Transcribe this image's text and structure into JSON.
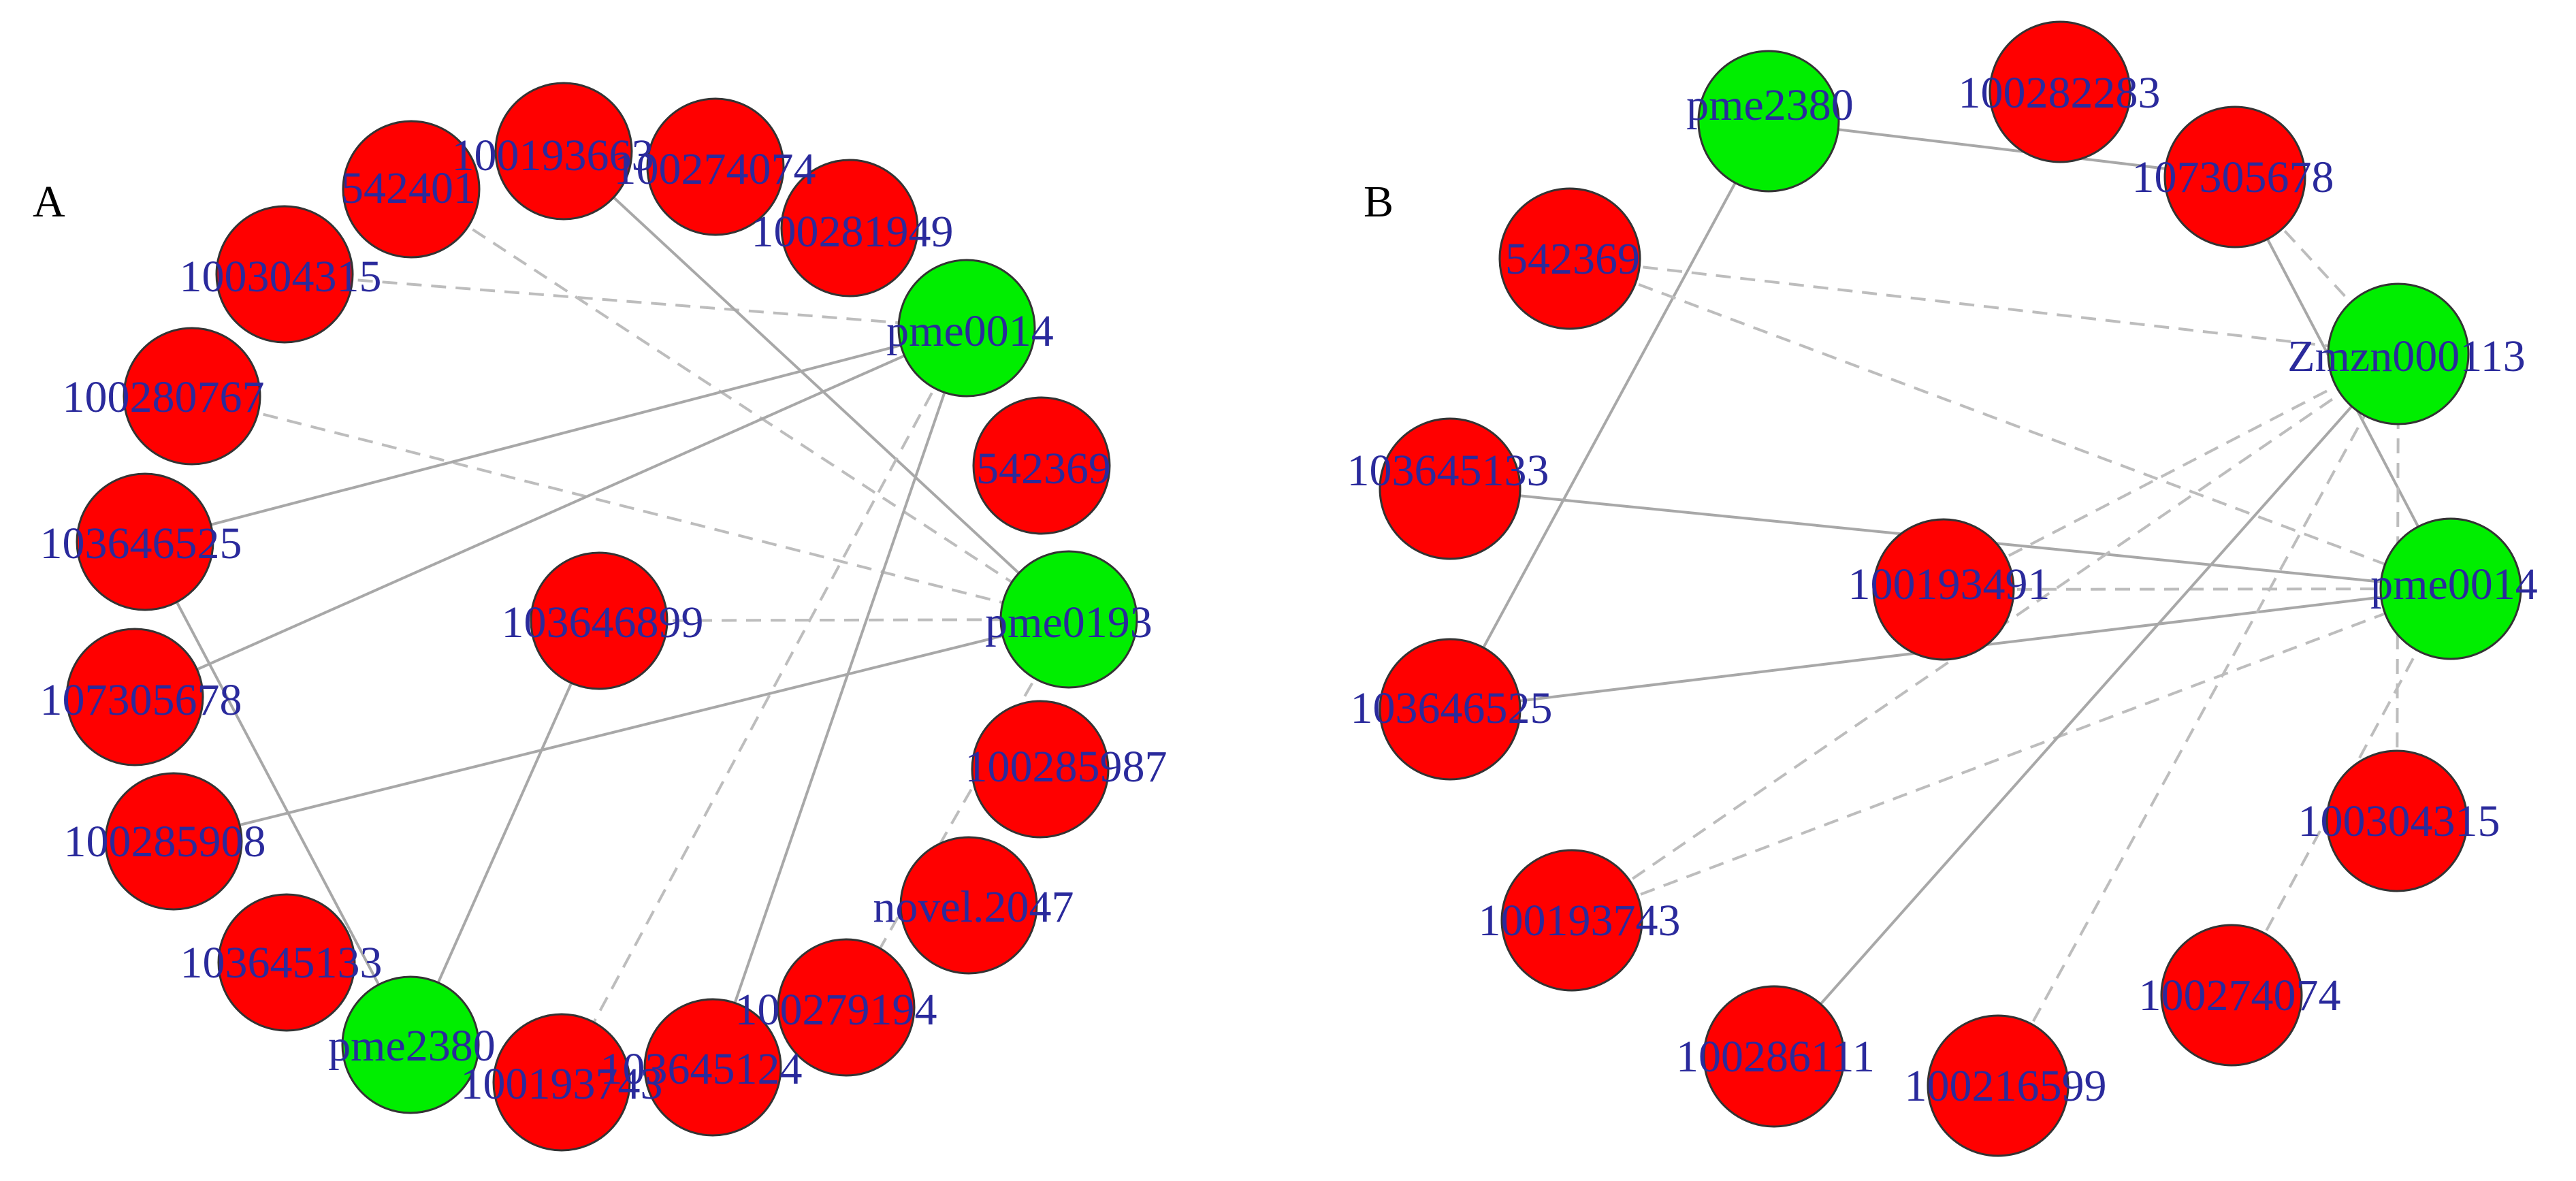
{
  "colors": {
    "gene_node": "#ff0000",
    "mirna_node": "#00ee00",
    "label_text": "#2a2a9c",
    "edge_color": "#b0b0b0",
    "node_border": "#333333"
  },
  "legend_note": "",
  "panels": [
    {
      "letter": "A",
      "nodes": [
        {
          "id": "542401",
          "label": "542401",
          "type": "gene"
        },
        {
          "id": "100193663",
          "label": "100193663",
          "type": "gene"
        },
        {
          "id": "100274074",
          "label": "100274074",
          "type": "gene"
        },
        {
          "id": "100281949",
          "label": "100281949",
          "type": "gene"
        },
        {
          "id": "100304315",
          "label": "100304315",
          "type": "gene"
        },
        {
          "id": "pme0014",
          "label": "pme0014",
          "type": "mirna"
        },
        {
          "id": "100280767",
          "label": "100280767",
          "type": "gene"
        },
        {
          "id": "542369",
          "label": "542369",
          "type": "gene"
        },
        {
          "id": "103646525",
          "label": "103646525",
          "type": "gene"
        },
        {
          "id": "103646899",
          "label": "103646899",
          "type": "gene"
        },
        {
          "id": "pme0193",
          "label": "pme0193",
          "type": "mirna"
        },
        {
          "id": "107305678",
          "label": "107305678",
          "type": "gene"
        },
        {
          "id": "100285987",
          "label": "100285987",
          "type": "gene"
        },
        {
          "id": "100285908",
          "label": "100285908",
          "type": "gene"
        },
        {
          "id": "novel.2047",
          "label": "novel.2047",
          "type": "gene"
        },
        {
          "id": "103645133",
          "label": "103645133",
          "type": "gene"
        },
        {
          "id": "100279194",
          "label": "100279194",
          "type": "gene"
        },
        {
          "id": "pme2380",
          "label": "pme2380",
          "type": "mirna"
        },
        {
          "id": "100193743",
          "label": "100193743",
          "type": "gene"
        },
        {
          "id": "103645124",
          "label": "103645124",
          "type": "gene"
        }
      ],
      "edges": [
        {
          "from": "100304315",
          "to": "pme0014",
          "style": "dashed"
        },
        {
          "from": "542401",
          "to": "pme0193",
          "style": "dashed"
        },
        {
          "from": "100193663",
          "to": "pme0193",
          "style": "solid"
        },
        {
          "from": "100280767",
          "to": "pme0193",
          "style": "dashed"
        },
        {
          "from": "103646525",
          "to": "pme0014",
          "style": "solid"
        },
        {
          "from": "107305678",
          "to": "pme0014",
          "style": "solid"
        },
        {
          "from": "103646899",
          "to": "pme0193",
          "style": "dashed"
        },
        {
          "from": "100285908",
          "to": "pme0193",
          "style": "solid"
        },
        {
          "from": "103646525",
          "to": "pme2380",
          "style": "solid"
        },
        {
          "from": "103646899",
          "to": "pme2380",
          "style": "solid"
        },
        {
          "from": "pme0014",
          "to": "103645124",
          "style": "solid"
        },
        {
          "from": "pme0014",
          "to": "100193743",
          "style": "dashed"
        },
        {
          "from": "pme0193",
          "to": "100279194",
          "style": "dashed"
        }
      ]
    },
    {
      "letter": "B",
      "nodes": [
        {
          "id": "pme2380",
          "label": "pme2380",
          "type": "mirna"
        },
        {
          "id": "100282283",
          "label": "100282283",
          "type": "gene"
        },
        {
          "id": "107305678",
          "label": "107305678",
          "type": "gene"
        },
        {
          "id": "542369",
          "label": "542369",
          "type": "gene"
        },
        {
          "id": "Zmzn000113",
          "label": "Zmzn000113",
          "type": "mirna"
        },
        {
          "id": "103645133",
          "label": "103645133",
          "type": "gene"
        },
        {
          "id": "100193491",
          "label": "100193491",
          "type": "gene"
        },
        {
          "id": "pme0014",
          "label": "pme0014",
          "type": "mirna"
        },
        {
          "id": "103646525",
          "label": "103646525",
          "type": "gene"
        },
        {
          "id": "100304315",
          "label": "100304315",
          "type": "gene"
        },
        {
          "id": "100193743",
          "label": "100193743",
          "type": "gene"
        },
        {
          "id": "100274074",
          "label": "100274074",
          "type": "gene"
        },
        {
          "id": "100286111",
          "label": "100286111",
          "type": "gene"
        },
        {
          "id": "100216599",
          "label": "100216599",
          "type": "gene"
        }
      ],
      "edges": [
        {
          "from": "pme2380",
          "to": "107305678",
          "style": "solid"
        },
        {
          "from": "pme2380",
          "to": "103646525",
          "style": "solid"
        },
        {
          "from": "107305678",
          "to": "Zmzn000113",
          "style": "dashed"
        },
        {
          "from": "107305678",
          "to": "pme0014",
          "style": "solid"
        },
        {
          "from": "542369",
          "to": "Zmzn000113",
          "style": "dashed"
        },
        {
          "from": "542369",
          "to": "pme0014",
          "style": "dashed"
        },
        {
          "from": "103645133",
          "to": "pme0014",
          "style": "solid"
        },
        {
          "from": "100193491",
          "to": "Zmzn000113",
          "style": "dashed"
        },
        {
          "from": "100193491",
          "to": "pme0014",
          "style": "dashed"
        },
        {
          "from": "103646525",
          "to": "pme0014",
          "style": "solid"
        },
        {
          "from": "100193743",
          "to": "Zmzn000113",
          "style": "dashed"
        },
        {
          "from": "100193743",
          "to": "pme0014",
          "style": "dashed"
        },
        {
          "from": "100286111",
          "to": "Zmzn000113",
          "style": "solid"
        },
        {
          "from": "100216599",
          "to": "Zmzn000113",
          "style": "dashed"
        },
        {
          "from": "100274074",
          "to": "pme0014",
          "style": "dashed"
        },
        {
          "from": "100304315",
          "to": "Zmzn000113",
          "style": "dashed"
        }
      ]
    }
  ]
}
